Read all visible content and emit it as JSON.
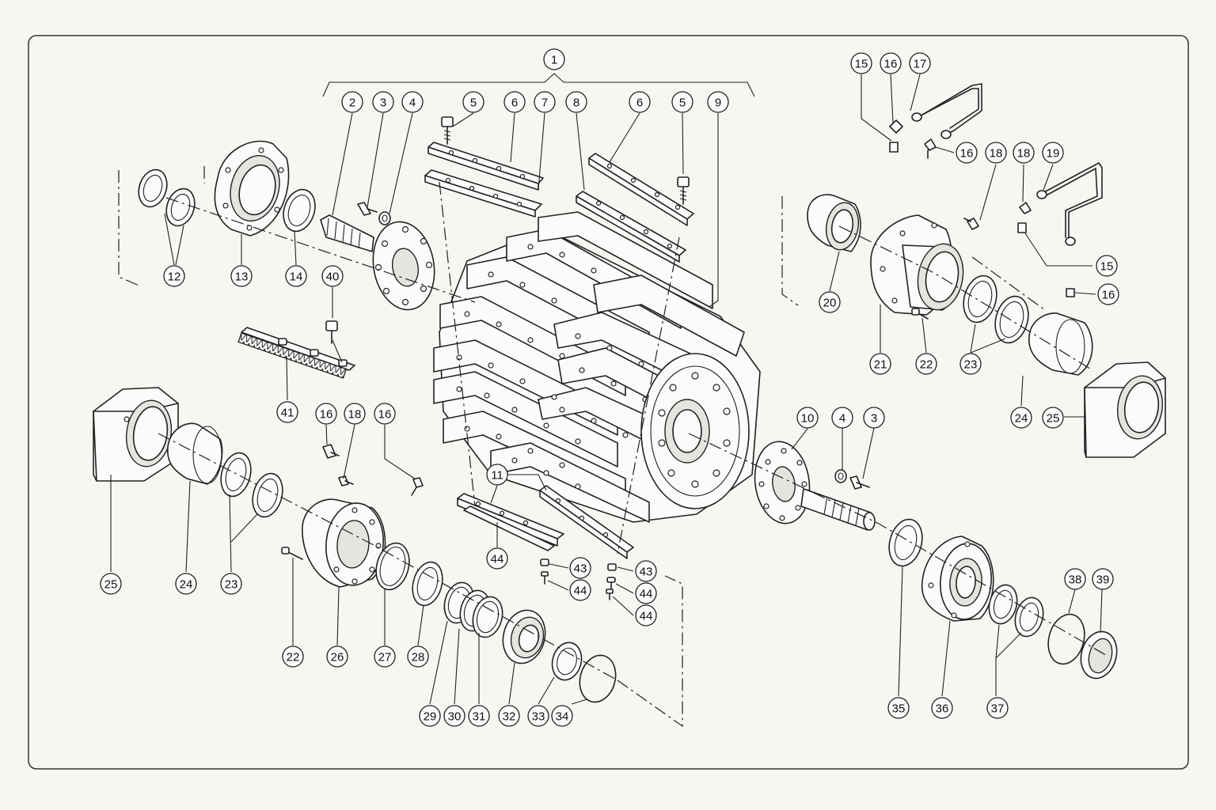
{
  "diagram": {
    "callouts": [
      {
        "label": "1"
      },
      {
        "label": "2"
      },
      {
        "label": "3"
      },
      {
        "label": "4"
      },
      {
        "label": "5"
      },
      {
        "label": "6"
      },
      {
        "label": "7"
      },
      {
        "label": "8"
      },
      {
        "label": "6"
      },
      {
        "label": "5"
      },
      {
        "label": "9"
      },
      {
        "label": "12"
      },
      {
        "label": "13"
      },
      {
        "label": "14"
      },
      {
        "label": "40"
      },
      {
        "label": "41"
      },
      {
        "label": "15"
      },
      {
        "label": "16"
      },
      {
        "label": "17"
      },
      {
        "label": "16"
      },
      {
        "label": "18"
      },
      {
        "label": "18"
      },
      {
        "label": "19"
      },
      {
        "label": "15"
      },
      {
        "label": "16"
      },
      {
        "label": "20"
      },
      {
        "label": "21"
      },
      {
        "label": "22"
      },
      {
        "label": "23"
      },
      {
        "label": "24"
      },
      {
        "label": "25"
      },
      {
        "label": "10"
      },
      {
        "label": "4"
      },
      {
        "label": "3"
      },
      {
        "label": "16"
      },
      {
        "label": "18"
      },
      {
        "label": "16"
      },
      {
        "label": "25"
      },
      {
        "label": "24"
      },
      {
        "label": "23"
      },
      {
        "label": "22"
      },
      {
        "label": "26"
      },
      {
        "label": "27"
      },
      {
        "label": "28"
      },
      {
        "label": "29"
      },
      {
        "label": "30"
      },
      {
        "label": "31"
      },
      {
        "label": "32"
      },
      {
        "label": "33"
      },
      {
        "label": "34"
      },
      {
        "label": "11"
      },
      {
        "label": "44"
      },
      {
        "label": "43"
      },
      {
        "label": "44"
      },
      {
        "label": "43"
      },
      {
        "label": "44"
      },
      {
        "label": "44"
      },
      {
        "label": "35"
      },
      {
        "label": "36"
      },
      {
        "label": "37"
      },
      {
        "label": "38"
      },
      {
        "label": "39"
      }
    ]
  }
}
